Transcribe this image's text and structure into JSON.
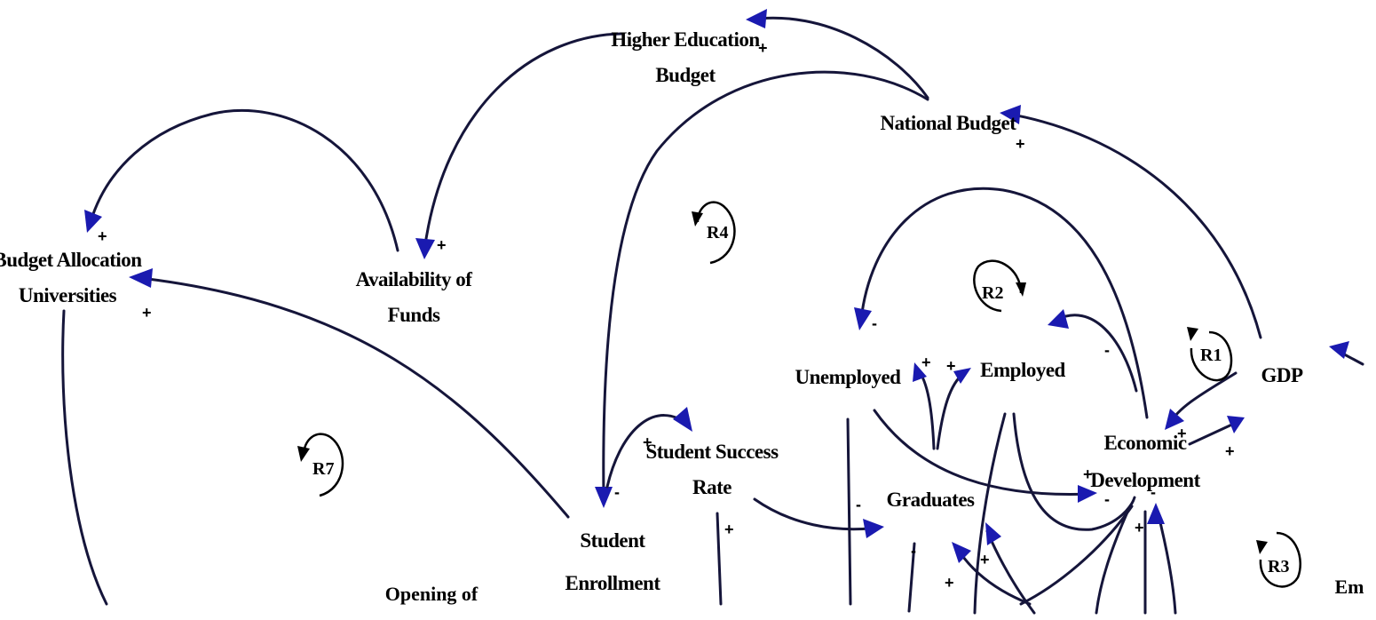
{
  "nodes": {
    "higher_education_budget": [
      "Higher Education",
      "Budget"
    ],
    "national_budget": "National Budget",
    "budget_allocation_universities": [
      "Budget Allocation",
      "Universities"
    ],
    "availability_of_funds": [
      "Availability of",
      "Funds"
    ],
    "unemployed": "Unemployed",
    "employed": "Employed",
    "gdp": "GDP",
    "student_success_rate": [
      "Student Success",
      "Rate"
    ],
    "economic_development": [
      "Economic",
      "Development"
    ],
    "graduates": "Graduates",
    "student_enrollment": [
      "Student",
      "Enrollment"
    ],
    "opening_of": "Opening of",
    "edge_label": "Em"
  },
  "loops": {
    "r4": "R4",
    "r7": "R7",
    "r2": "R2",
    "r1": "R1",
    "r3": "R3"
  },
  "polarities": {
    "p1": "+",
    "p2": "+",
    "p3": "+",
    "p4": "+",
    "p5": "+",
    "p6": "+",
    "p7": "+",
    "p8": "+",
    "p9": "+",
    "p10": "+",
    "p11": "+",
    "p12": "+",
    "p13": "+",
    "p14": "+",
    "p15": "+",
    "m1": "-",
    "m2": "-",
    "m3": "-",
    "m4": "-",
    "m5": "-",
    "m6": "-",
    "m7": "-"
  },
  "colors": {
    "arrow_head": "#1a1ab0",
    "line": "#15153a",
    "text": "#000000",
    "background": "#ffffff"
  }
}
